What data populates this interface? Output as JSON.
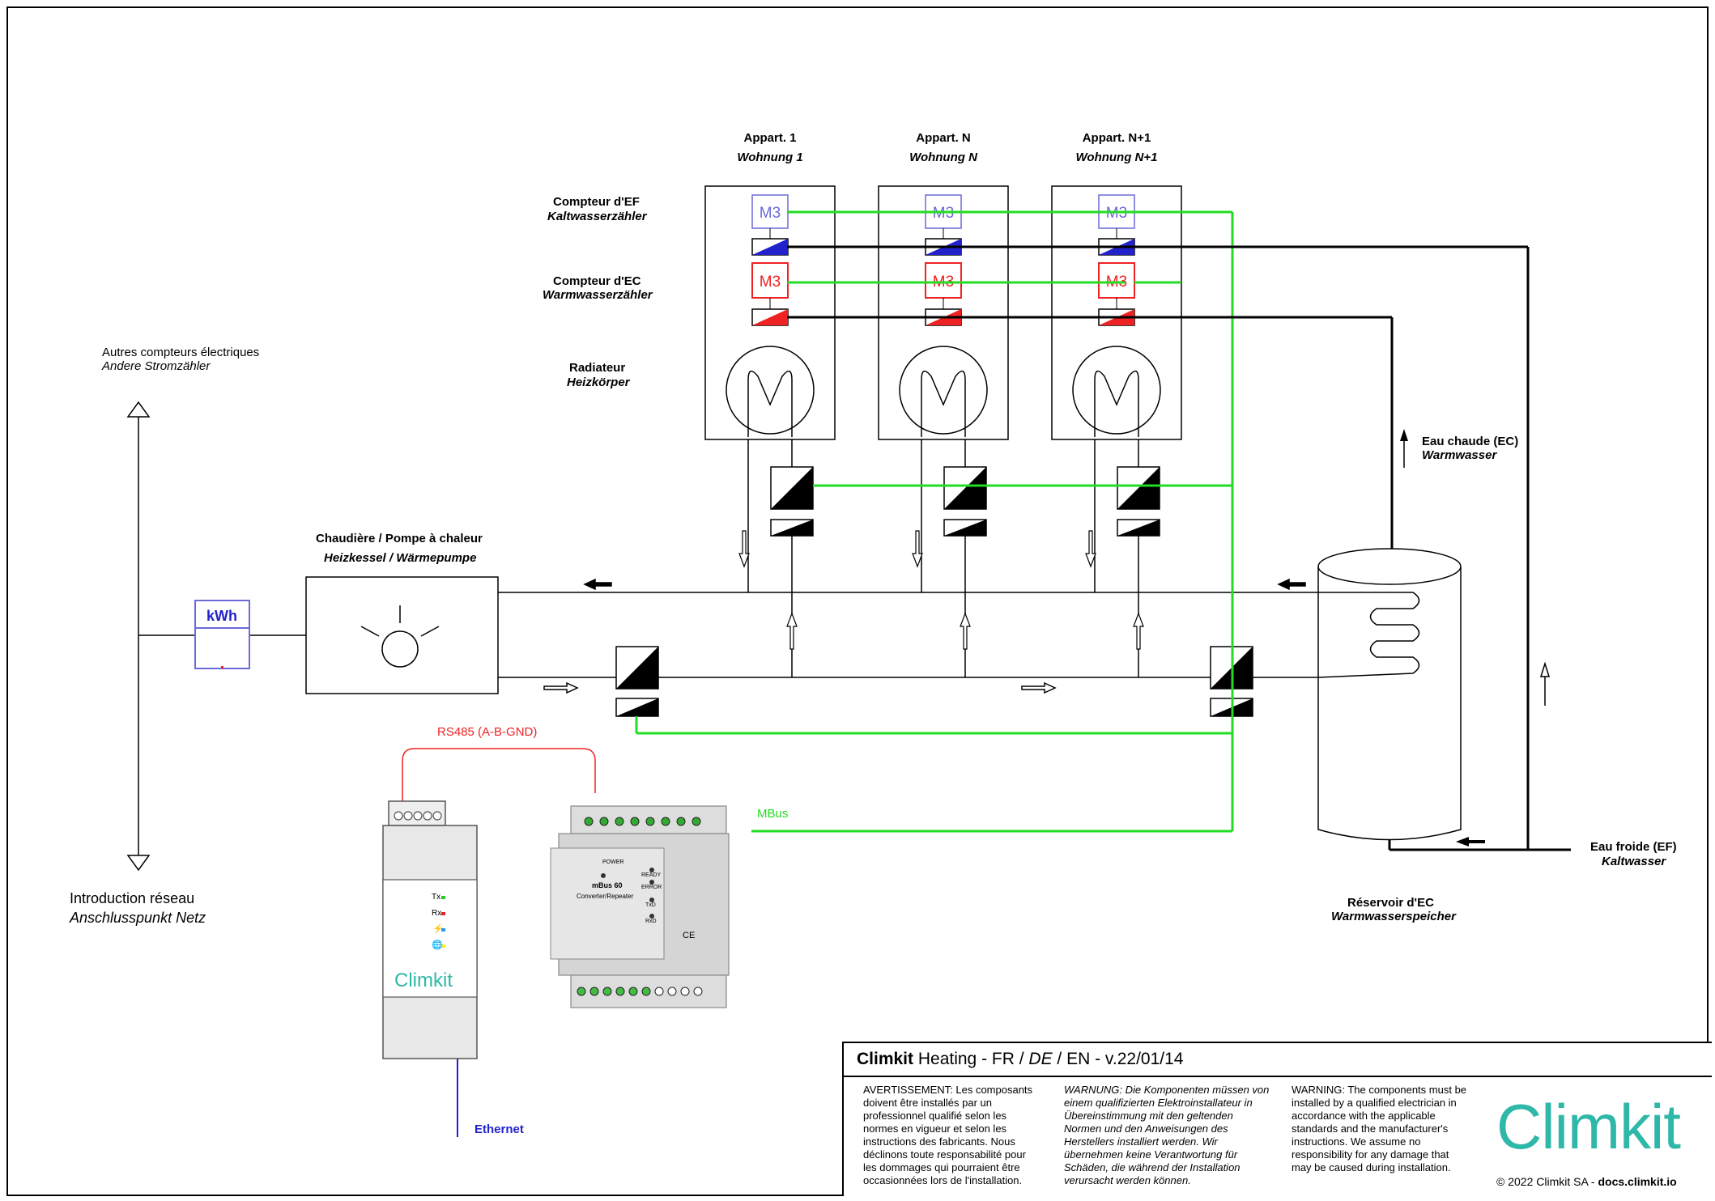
{
  "apartments": [
    {
      "label_fr": "Appart. 1",
      "label_de": "Wohnung 1"
    },
    {
      "label_fr": "Appart. N",
      "label_de": "Wohnung N"
    },
    {
      "label_fr": "Appart. N+1",
      "label_de": "Wohnung N+1"
    }
  ],
  "meter_symbol": "M3",
  "kwh_symbol": "kWh",
  "labels": {
    "cold_meter_fr": "Compteur d'EF",
    "cold_meter_de": "Kaltwasserzähler",
    "hot_meter_fr": "Compteur d'EC",
    "hot_meter_de": "Warmwasserzähler",
    "radiator_fr": "Radiateur",
    "radiator_de": "Heizkörper",
    "other_meters_fr": "Autres compteurs électriques",
    "other_meters_de": "Andere Stromzähler",
    "boiler_fr": "Chaudière / Pompe à chaleur",
    "boiler_de": "Heizkessel / Wärmepumpe",
    "grid_fr": "Introduction réseau",
    "grid_de": "Anschlusspunkt Netz",
    "hot_water_fr": "Eau chaude (EC)",
    "hot_water_de": "Warmwasser",
    "cold_water_fr": "Eau froide (EF)",
    "cold_water_de": "Kaltwasser",
    "tank_fr": "Réservoir d'EC",
    "tank_de": "Warmwasserspeicher",
    "rs485": "RS485 (A-B-GND)",
    "mbus": "MBus",
    "ethernet": "Ethernet"
  },
  "gateway": {
    "brand": "Climkit",
    "leds": [
      "Tx",
      "Rx"
    ]
  },
  "converter": {
    "model": "mBus 60",
    "subtitle": "Converter/Repeater",
    "leds": [
      "POWER",
      "READY",
      "ERROR",
      "TxD",
      "RxD"
    ],
    "ce": "CE"
  },
  "title_block": {
    "brand": "Climkit",
    "title_rest": " Heating - FR / ",
    "title_de": "DE",
    "title_end": " / EN - v.22/01/14",
    "warning_fr": "AVERTISSEMENT: Les composants doivent être installés par un professionnel qualifié selon les normes en vigueur et selon les instructions des fabricants. Nous déclinons toute responsabilité pour les dommages qui pourraient être occasionnées lors de l'installation.",
    "warning_de": "WARNUNG: Die Komponenten müssen von einem qualifizierten Elektroinstallateur in Übereinstimmung mit den geltenden Normen und den Anweisungen des Herstellers installiert werden. Wir übernehmen keine Verantwortung für Schäden, die während der Installation verursacht werden können.",
    "warning_en": "WARNING: The components must be installed by a qualified electrician in accordance with the applicable standards and the manufacturer's instructions. We assume no responsibility for any damage that may be caused during installation.",
    "logo": "Climkit",
    "copyright": "© 2022 Climkit SA - ",
    "copyright_link": "docs.climkit.io"
  },
  "colors": {
    "green": "#22dd22",
    "red": "#ee2222",
    "blue": "#2222cc",
    "meter_blue": "#6b6bd8",
    "teal": "#2fb8a8"
  }
}
